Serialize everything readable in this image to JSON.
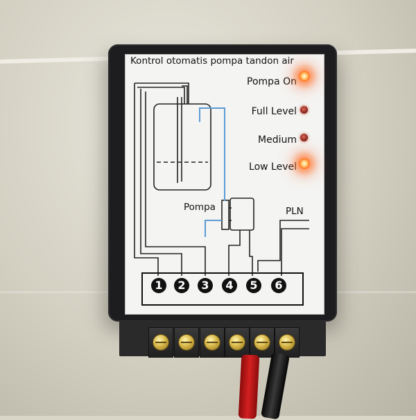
{
  "device": {
    "title": "Kontrol otomatis pompa tandon air",
    "indicators": [
      {
        "label": "Pompa On",
        "state": "on"
      },
      {
        "label": "Full Level",
        "state": "off"
      },
      {
        "label": "Medium",
        "state": "off"
      },
      {
        "label": "Low Level",
        "state": "on"
      }
    ],
    "diagram_labels": {
      "pump": "Pompa",
      "mains": "PLN"
    },
    "terminals": [
      "1",
      "2",
      "3",
      "4",
      "5",
      "6"
    ]
  },
  "colors": {
    "led_on": "#ff6a1e",
    "led_off": "#7a1c14",
    "probe_wire": "#5b9bd5",
    "case": "#1d1d1f"
  }
}
